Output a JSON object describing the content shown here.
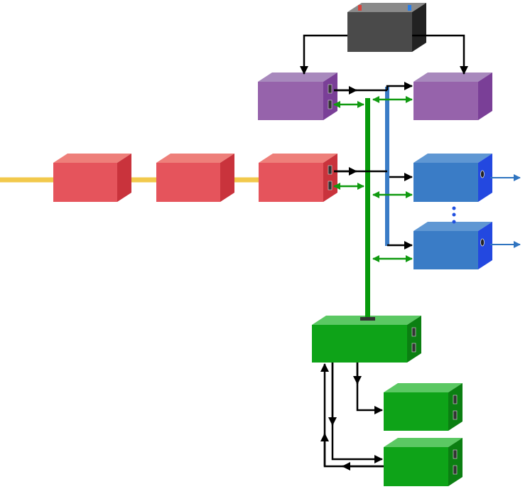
{
  "colors": {
    "battery": "#4a4a4a",
    "purple": "#9663ab",
    "red": "#e5545c",
    "blue": "#3a7cc6",
    "green": "#0ea318",
    "bus_green": "#079a0b",
    "bus_blue": "#3a7cc6",
    "cable_yellow": "#f2c94c",
    "arrow_black": "#000000",
    "arrow_green": "#109a10",
    "arrow_blue": "#2f74c0"
  },
  "nodes": [
    {
      "id": "battery",
      "color": "battery",
      "icon": "battery-icon"
    },
    {
      "id": "purple-left",
      "color": "purple"
    },
    {
      "id": "purple-right",
      "color": "purple"
    },
    {
      "id": "red-1",
      "color": "red"
    },
    {
      "id": "red-2",
      "color": "red"
    },
    {
      "id": "red-3",
      "color": "red"
    },
    {
      "id": "blue-1",
      "color": "blue"
    },
    {
      "id": "blue-n",
      "color": "blue"
    },
    {
      "id": "green-main",
      "color": "green"
    },
    {
      "id": "green-sub-1",
      "color": "green"
    },
    {
      "id": "green-sub-2",
      "color": "green"
    }
  ]
}
